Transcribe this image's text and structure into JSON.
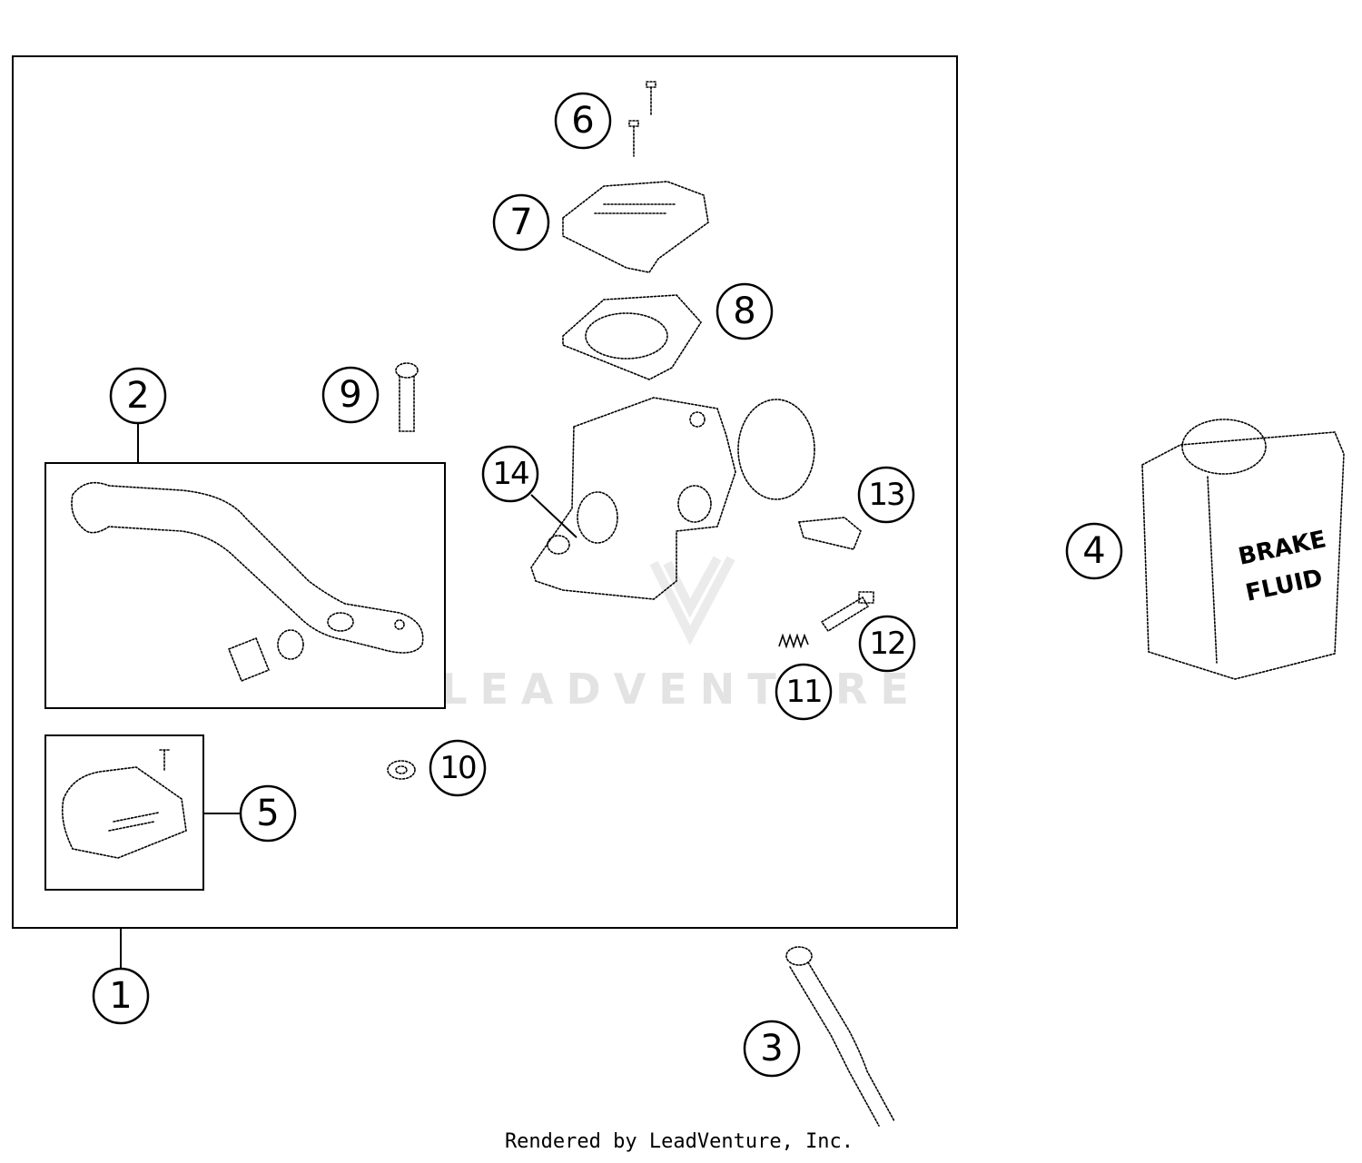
{
  "callouts": [
    {
      "number": "1",
      "part": "master-cylinder-assembly"
    },
    {
      "number": "2",
      "part": "brake-lever-kit"
    },
    {
      "number": "3",
      "part": "brake-line"
    },
    {
      "number": "4",
      "part": "brake-fluid-can"
    },
    {
      "number": "5",
      "part": "reservoir-cover-kit"
    },
    {
      "number": "6",
      "part": "cover-screws"
    },
    {
      "number": "7",
      "part": "reservoir-cover"
    },
    {
      "number": "8",
      "part": "diaphragm"
    },
    {
      "number": "9",
      "part": "pivot-bolt"
    },
    {
      "number": "10",
      "part": "nut"
    },
    {
      "number": "11",
      "part": "spring"
    },
    {
      "number": "12",
      "part": "adjuster-screw"
    },
    {
      "number": "13",
      "part": "cap"
    },
    {
      "number": "14",
      "part": "piston"
    }
  ],
  "brake_fluid_label": {
    "line1": "BRAKE",
    "line2": "FLUID"
  },
  "watermark": "LEADVENTURE",
  "footer": "Rendered by LeadVenture, Inc.",
  "colors": {
    "line": "#000000",
    "background": "#ffffff",
    "watermark": "#e3e3e3"
  }
}
